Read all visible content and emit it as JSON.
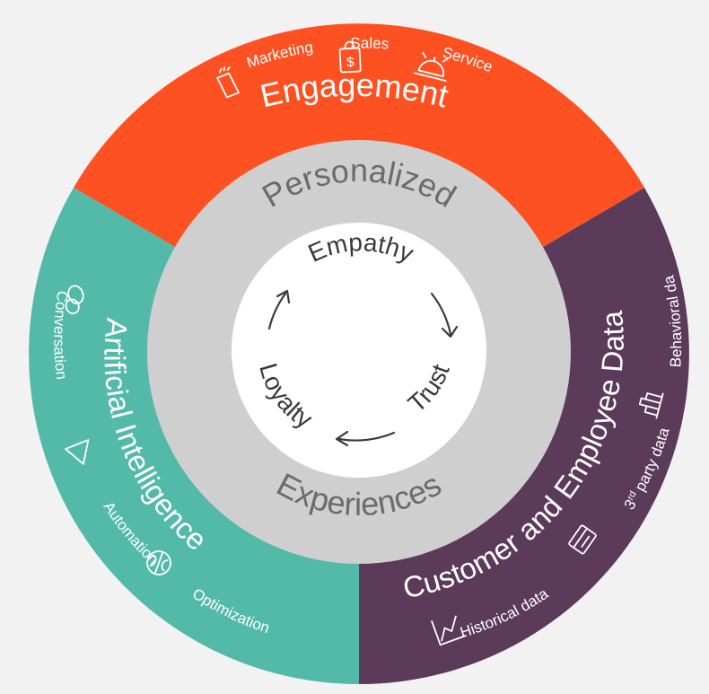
{
  "colors": {
    "background": "#f2f2f2",
    "engagement": "#fe5122",
    "ai": "#53b9a9",
    "data": "#5b3a5a",
    "middle_ring": "#cfcfcf",
    "center": "#ffffff",
    "arrow": "#3a3a3a"
  },
  "segments": {
    "engagement": {
      "title": "Engagement",
      "items": [
        {
          "label": "Marketing",
          "icon": "megaphone-icon"
        },
        {
          "label": "Sales",
          "icon": "shopping-bag-dollar-icon"
        },
        {
          "label": "Service",
          "icon": "service-bell-icon"
        }
      ]
    },
    "ai": {
      "title": "Artificial Intelligence",
      "items": [
        {
          "label": "Conversation",
          "icon": "chat-bubbles-icon"
        },
        {
          "label": "Automation",
          "icon": "triangle-icon"
        },
        {
          "label": "Optimization",
          "icon": "brain-icon"
        }
      ]
    },
    "data": {
      "title": "Customer and Employee Data",
      "items": [
        {
          "label": "Behavioral data",
          "icon": "bar-chart-icon"
        },
        {
          "label_prefix": "3",
          "label_sup": "rd",
          "label_suffix": " party data",
          "icon": "id-card-icon"
        },
        {
          "label": "Historical data",
          "icon": "line-chart-icon"
        }
      ]
    }
  },
  "middle_ring": {
    "top": "Personalized",
    "bottom": "Experiences"
  },
  "cycle": {
    "top": "Empathy",
    "right": "Trust",
    "left": "Loyalty"
  }
}
